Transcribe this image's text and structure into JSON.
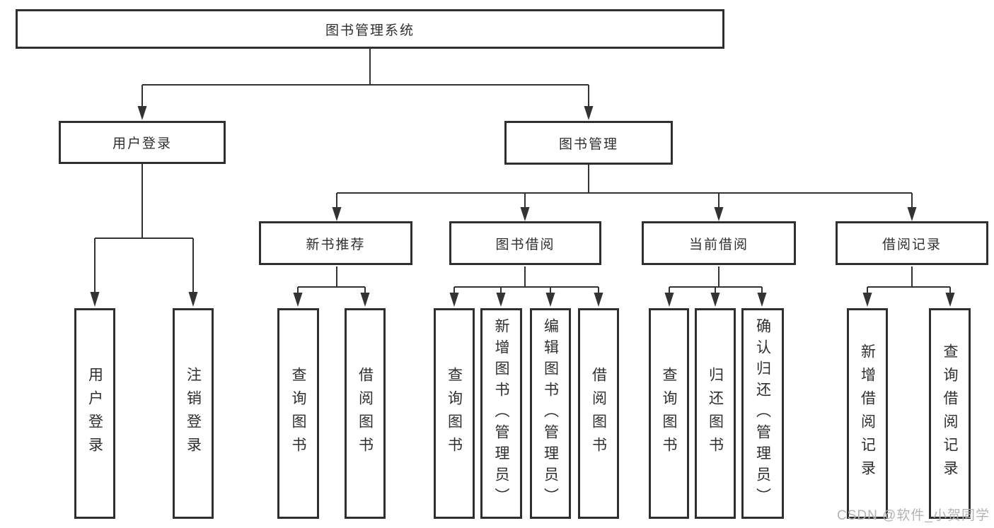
{
  "diagram": {
    "title": "图书管理系统",
    "tree": {
      "root": "图书管理系统",
      "level2": [
        "用户登录",
        "图书管理"
      ],
      "level3": [
        "新书推荐",
        "图书借阅",
        "当前借阅",
        "借阅记录"
      ],
      "leaves_user_login": [
        "用户登录",
        "注销登录"
      ],
      "leaves_new_books": [
        "查询图书",
        "借阅图书"
      ],
      "leaves_book_borrow": [
        "查询图书",
        "新增图书（管理员）",
        "编辑图书（管理员）",
        "借阅图书"
      ],
      "leaves_current_borrow": [
        "查询图书",
        "归还图书",
        "确认归还（管理员）"
      ],
      "leaves_borrow_records": [
        "新增借阅记录",
        "查询借阅记录"
      ]
    },
    "watermark": "CSDN @软件_小贺同学",
    "colors": {
      "line": "#333333",
      "border": "#2f2f2f",
      "text": "#2f2f2f",
      "watermark": "#b3b3b3",
      "background": "#ffffff"
    }
  }
}
